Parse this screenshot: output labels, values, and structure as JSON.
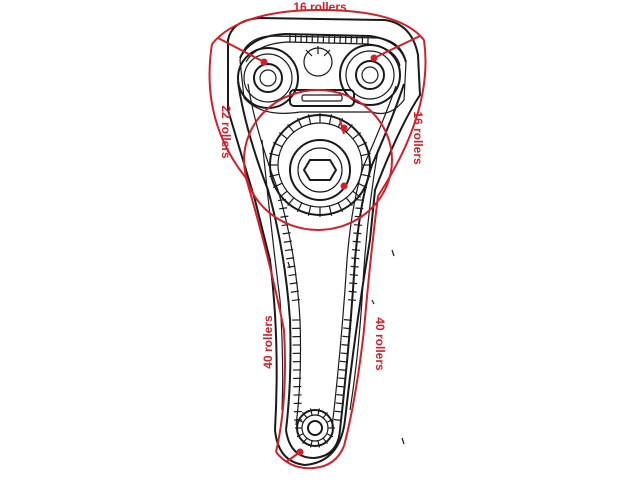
{
  "labels": {
    "top": "16 rollers",
    "right_upper": "16 rollers",
    "left_upper": "22 rollers",
    "left_lower": "40 rollers",
    "right_lower": "40 rollers"
  },
  "colors": {
    "annotation": "#d1202a",
    "drawing": "#1a1a1a",
    "background": "#ffffff"
  }
}
